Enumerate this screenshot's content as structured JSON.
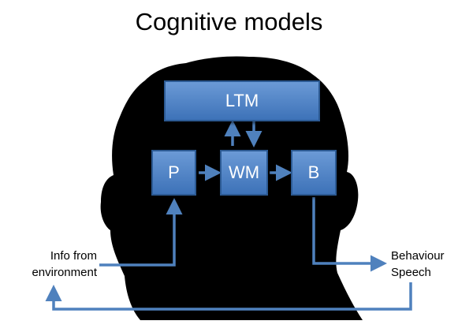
{
  "title": "Cognitive models",
  "boxes": {
    "ltm": "LTM",
    "p": "P",
    "wm": "WM",
    "b": "B"
  },
  "input_label": {
    "line1": "Info from",
    "line2": "environment"
  },
  "output_label": {
    "line1": "Behaviour",
    "line2": "Speech"
  },
  "colors": {
    "box_fill": "#4a7ec4",
    "box_border": "#2c5a93",
    "arrow": "#4f81bd",
    "head_silhouette": "#000000"
  }
}
